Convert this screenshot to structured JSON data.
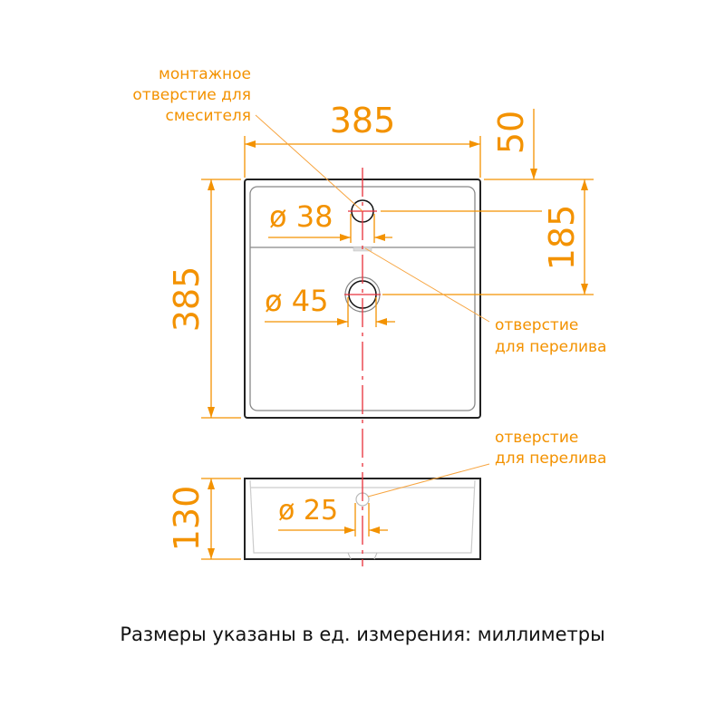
{
  "colors": {
    "dimension": "#f39200",
    "centerline": "#e8303a",
    "outline": "#222222"
  },
  "top_view": {
    "width_dim": "385",
    "depth_dim": "385",
    "offset_dim": "50",
    "hole_distance_dim": "185",
    "faucet_hole_dia": "ø 38",
    "drain_dia": "ø 45",
    "faucet_hole_label": [
      "монтажное",
      "отверстие для",
      "смесителя"
    ],
    "overflow_label": [
      "отверстие",
      "для перелива"
    ]
  },
  "side_view": {
    "height_dim": "130",
    "overflow_dia": "ø 25",
    "overflow_label": [
      "отверстие",
      "для перелива"
    ]
  },
  "caption": "Размеры указаны в ед. измерения: миллиметры"
}
